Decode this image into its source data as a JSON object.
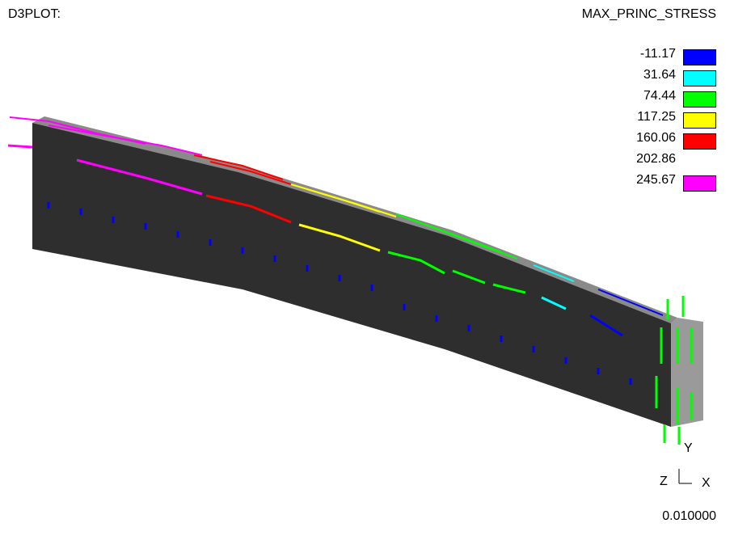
{
  "plot": {
    "title": "D3PLOT:"
  },
  "legend": {
    "title": "MAX_PRINC_STRESS",
    "entries": [
      {
        "value": "-11.17",
        "color": "#0000ff"
      },
      {
        "value": "31.64",
        "color": "#00ffff"
      },
      {
        "value": "74.44",
        "color": "#00ff00"
      },
      {
        "value": "117.25",
        "color": "#ffff00"
      },
      {
        "value": "160.06",
        "color": "#ff0000"
      },
      {
        "value": "202.86",
        "color": "#ff00ff"
      },
      {
        "value": "245.67",
        "color": "#ff00ff"
      }
    ]
  },
  "axes": {
    "y": "Y",
    "z": "Z",
    "x": "X"
  },
  "time": "0.010000",
  "colors": {
    "beam_face": "#2e2e2e",
    "beam_top": "#8a8a8a",
    "beam_end": "#9a9a9a",
    "background": "#ffffff"
  },
  "icons": [
    "stress-vector-icon",
    "axis-triad-icon"
  ]
}
